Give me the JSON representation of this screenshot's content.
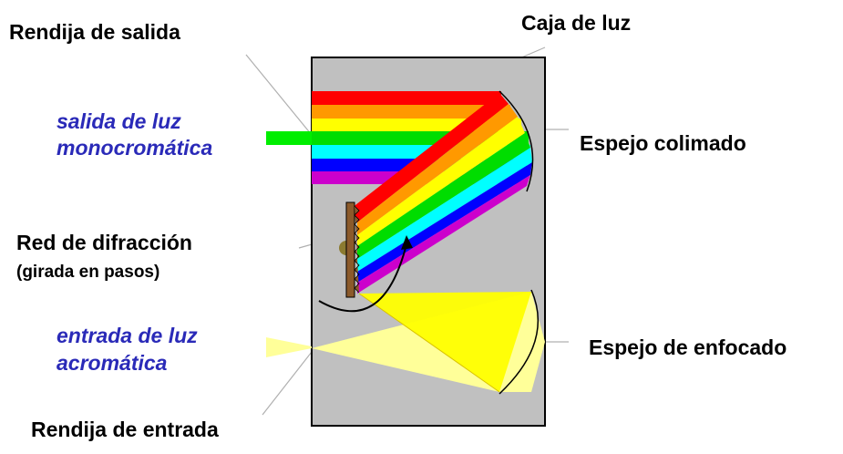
{
  "labels": {
    "exit_slit": "Rendija de salida",
    "light_box": "Caja de luz",
    "mono_output_line1": "salida de luz",
    "mono_output_line2": "monocromática",
    "collimating_mirror": "Espejo  colimado",
    "grating_line1": "Red de difracción",
    "grating_line2": "(girada en pasos)",
    "achromatic_input_line1": "entrada de luz",
    "achromatic_input_line2": "acromática",
    "focusing_mirror": "Espejo de enfocado",
    "entrance_slit": "Rendija de entrada"
  },
  "colors": {
    "box_fill": "#c0c0c0",
    "label_blue": "#2a2ab8",
    "light_yellow": "#ffff00",
    "light_pale_yellow": "#ffff99",
    "output_beam_green": "#00ee00",
    "grating_brown": "#8b5a2b",
    "spectrum": [
      "#ff0000",
      "#ff9900",
      "#ffff00",
      "#00dd00",
      "#00ffff",
      "#0000ff",
      "#cc00cc"
    ]
  }
}
